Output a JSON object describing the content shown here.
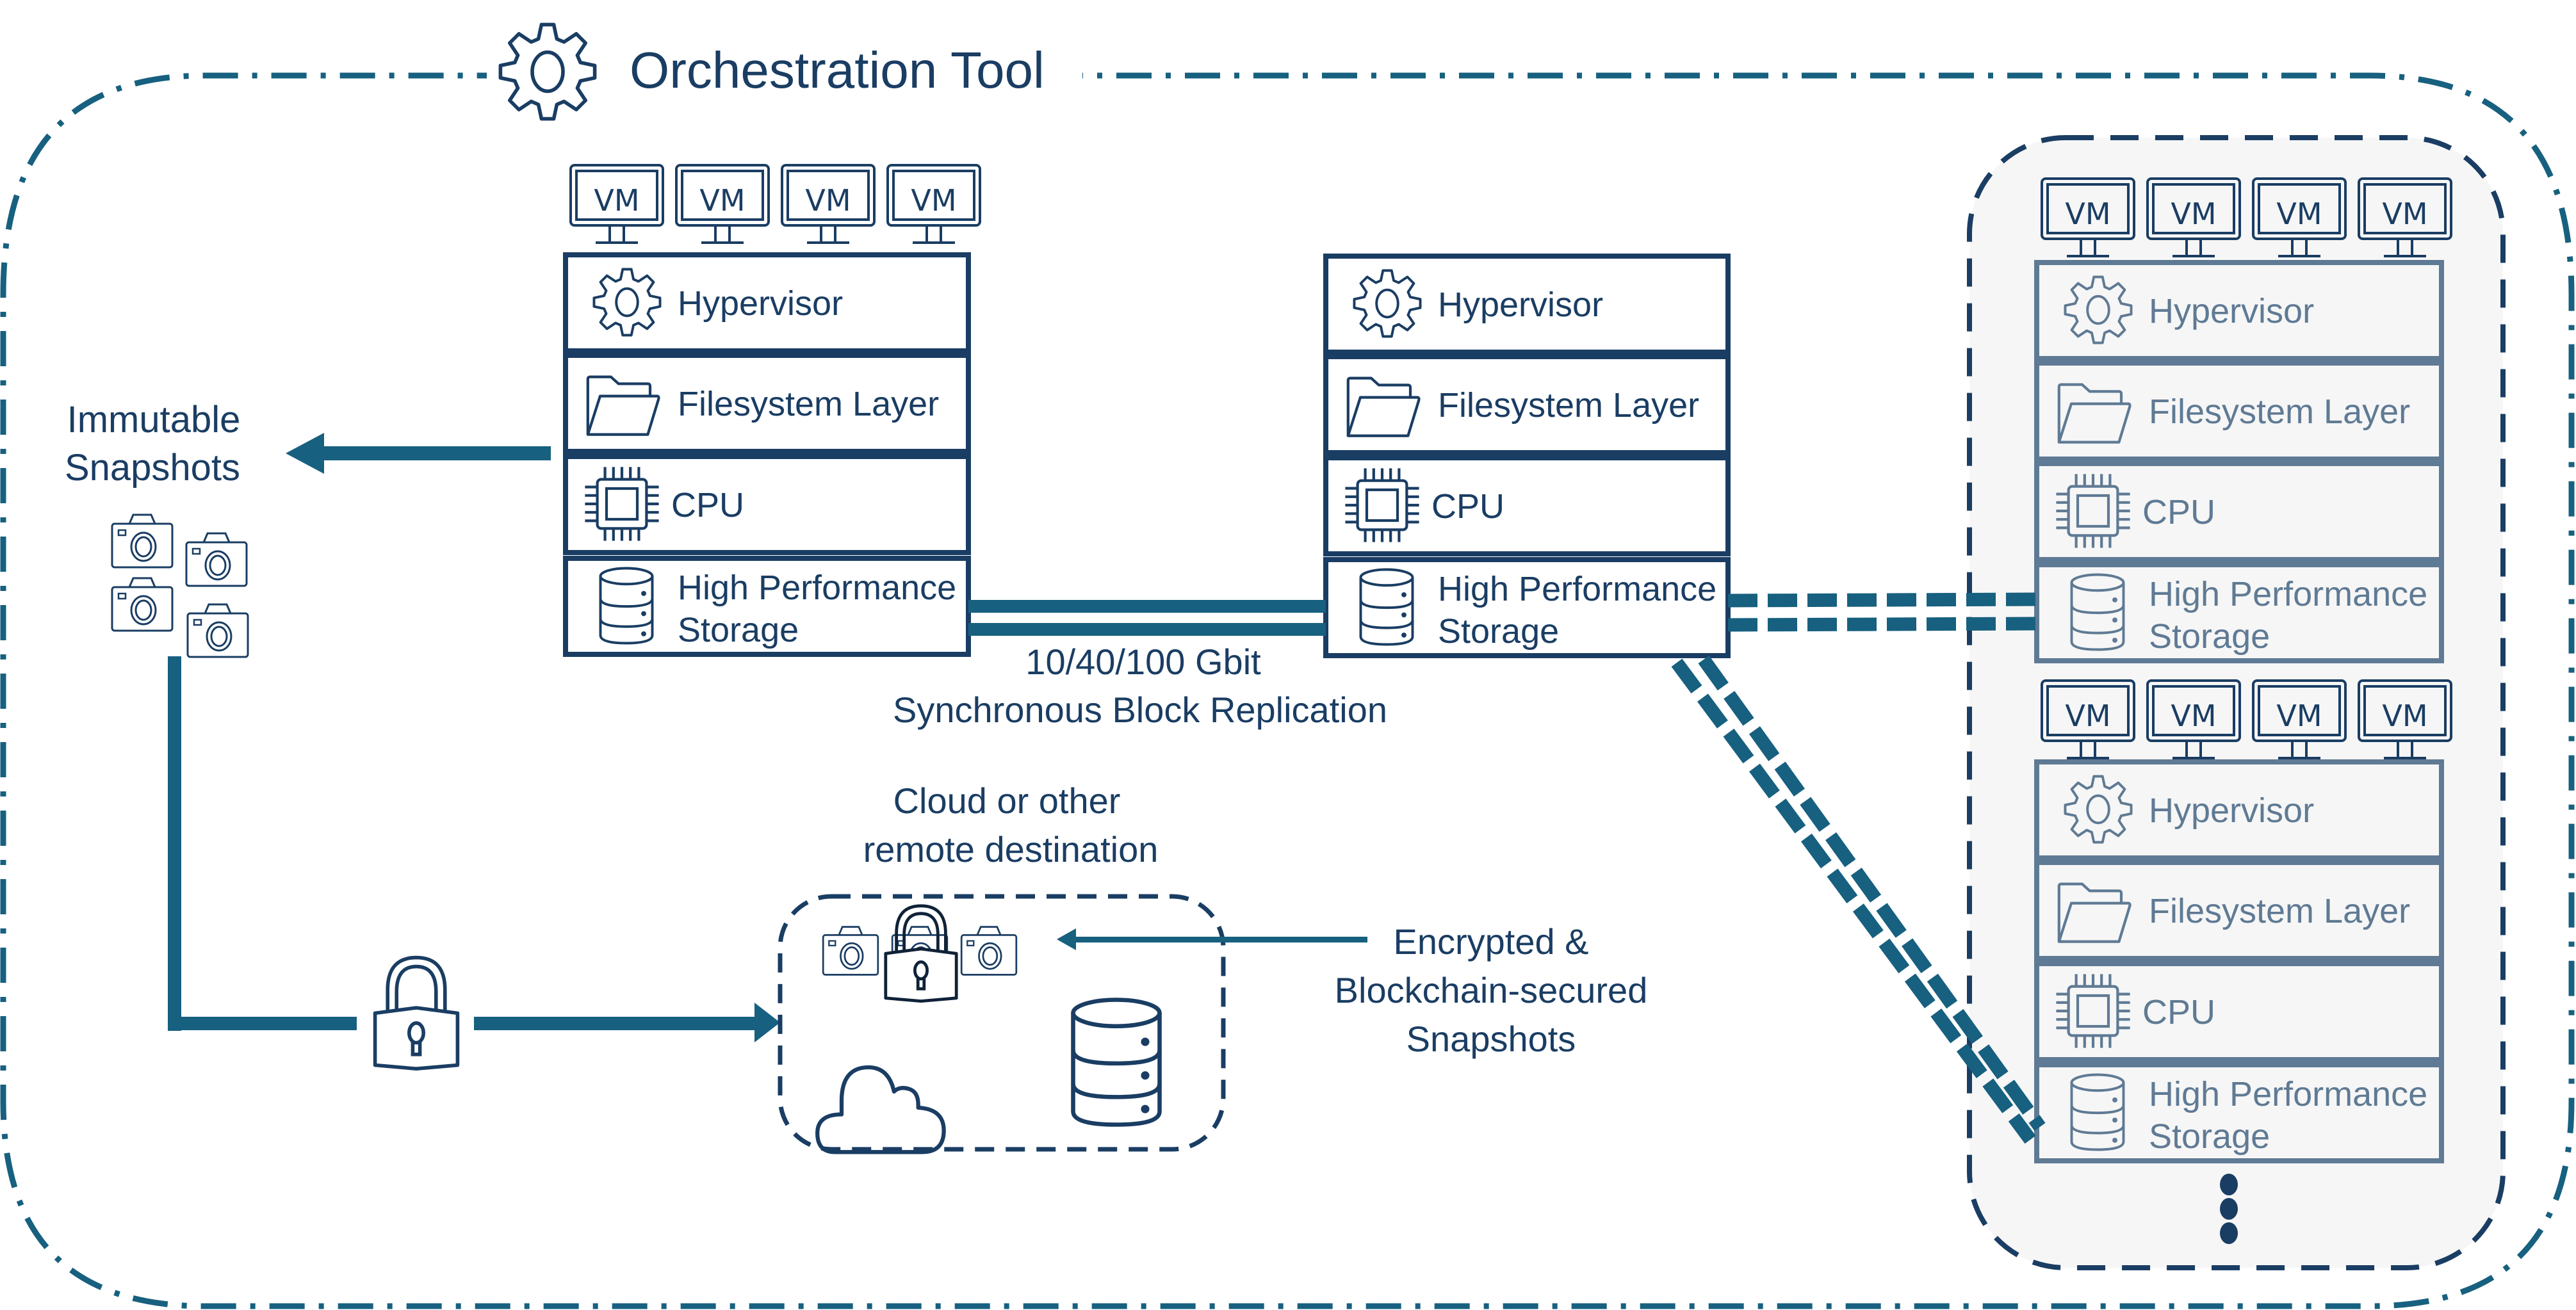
{
  "title": "Orchestration Tool",
  "colors": {
    "navy": "#1A3D63",
    "teal": "#17607F",
    "grey": "#5F7A94",
    "panel": "#F6F6F6"
  },
  "vm_label": "VM",
  "stacks": {
    "primary": {
      "layers": [
        {
          "icon": "gear-icon",
          "label": "Hypervisor"
        },
        {
          "icon": "folder-icon",
          "label": "Filesystem Layer"
        },
        {
          "icon": "cpu-icon",
          "label": "CPU"
        },
        {
          "icon": "database-icon",
          "label_line1": "High Performance",
          "label_line2": "Storage"
        }
      ]
    },
    "secondary": {
      "layers": [
        {
          "icon": "gear-icon",
          "label": "Hypervisor"
        },
        {
          "icon": "folder-icon",
          "label": "Filesystem Layer"
        },
        {
          "icon": "cpu-icon",
          "label": "CPU"
        },
        {
          "icon": "database-icon",
          "label_line1": "High Performance",
          "label_line2": "Storage"
        }
      ]
    },
    "cluster_node_1": {
      "layers": [
        {
          "icon": "gear-icon",
          "label": "Hypervisor"
        },
        {
          "icon": "folder-icon",
          "label": "Filesystem Layer"
        },
        {
          "icon": "cpu-icon",
          "label": "CPU"
        },
        {
          "icon": "database-icon",
          "label_line1": "High Performance",
          "label_line2": "Storage"
        }
      ]
    },
    "cluster_node_2": {
      "layers": [
        {
          "icon": "gear-icon",
          "label": "Hypervisor"
        },
        {
          "icon": "folder-icon",
          "label": "Filesystem Layer"
        },
        {
          "icon": "cpu-icon",
          "label": "CPU"
        },
        {
          "icon": "database-icon",
          "label_line1": "High Performance",
          "label_line2": "Storage"
        }
      ]
    }
  },
  "snapshots": {
    "line1": "Immutable",
    "line2": "Snapshots"
  },
  "replication": {
    "line1": "10/40/100 Gbit",
    "line2": "Synchronous Block Replication"
  },
  "remote": {
    "line1": "Cloud or other",
    "line2": "remote destination"
  },
  "encrypted": {
    "line1": "Encrypted &",
    "line2": "Blockchain-secured",
    "line3": "Snapshots"
  }
}
